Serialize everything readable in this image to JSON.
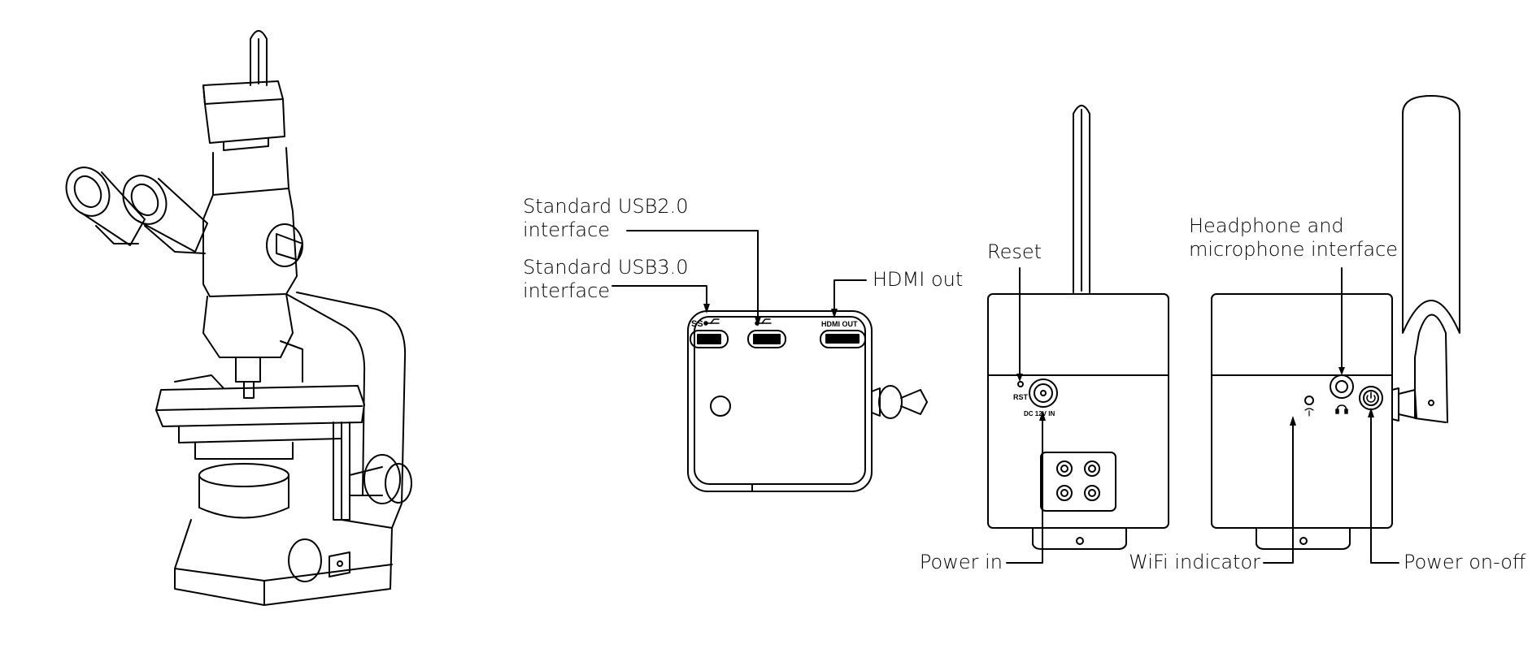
{
  "labels": {
    "usb2_line1": "Standard USB2.0",
    "usb2_line2": "interface",
    "usb3_line1": "Standard USB3.0",
    "usb3_line2": "interface",
    "hdmi_out": "HDMI out",
    "reset": "Reset",
    "power_in": "Power in",
    "headphone_line1": "Headphone and",
    "headphone_line2": "microphone interface",
    "wifi_indicator": "WiFi indicator",
    "power_onoff": "Power on-off"
  },
  "port_marks": {
    "ss_usb": "SS",
    "hdmi": "HDMI OUT",
    "rst": "RST",
    "dc": "DC 12V IN"
  }
}
